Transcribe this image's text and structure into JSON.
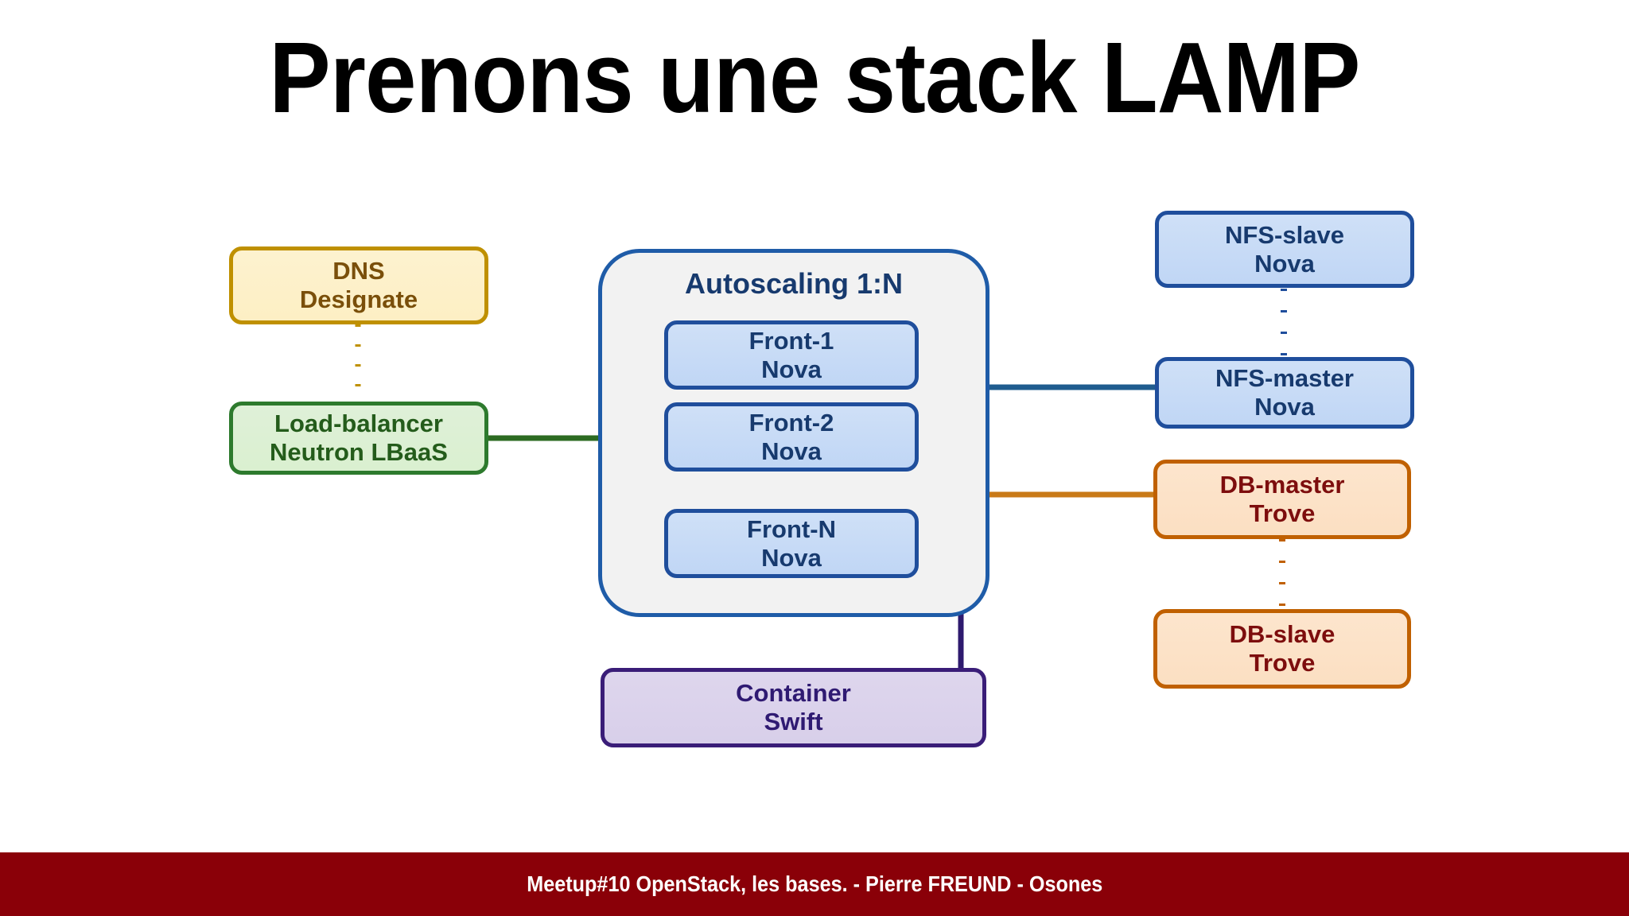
{
  "slide": {
    "title": "Prenons une stack LAMP",
    "background_color": "#ffffff"
  },
  "footer": {
    "text": "Meetup#10 OpenStack, les bases. - Pierre FREUND - Osones",
    "background_color": "#8a0008",
    "text_color": "#ffffff"
  },
  "diagram": {
    "group": {
      "label": "Autoscaling 1:N",
      "border_color": "#1f5ca8",
      "fill_color": "#f2f2f2"
    },
    "nodes": {
      "dns": {
        "line1": "DNS",
        "line2": "Designate",
        "border_color": "#bf9000",
        "fill_color": "#fdf2cf",
        "text_color": "#7a4f0a"
      },
      "load_balancer": {
        "line1": "Load-balancer",
        "line2": "Neutron LBaaS",
        "border_color": "#2d7a2d",
        "fill_color": "#dff0d8",
        "text_color": "#245c1b"
      },
      "front1": {
        "line1": "Front-1",
        "line2": "Nova",
        "border_color": "#1f4e9c",
        "fill_color": "#cfe0f7",
        "text_color": "#173a6e"
      },
      "front2": {
        "line1": "Front-2",
        "line2": "Nova",
        "border_color": "#1f4e9c",
        "fill_color": "#cfe0f7",
        "text_color": "#173a6e"
      },
      "frontn": {
        "line1": "Front-N",
        "line2": "Nova",
        "border_color": "#1f4e9c",
        "fill_color": "#cfe0f7",
        "text_color": "#173a6e"
      },
      "nfs_slave": {
        "line1": "NFS-slave",
        "line2": "Nova",
        "border_color": "#1f4e9c",
        "fill_color": "#cfe0f7",
        "text_color": "#173a6e"
      },
      "nfs_master": {
        "line1": "NFS-master",
        "line2": "Nova",
        "border_color": "#1f4e9c",
        "fill_color": "#cfe0f7",
        "text_color": "#173a6e"
      },
      "db_master": {
        "line1": "DB-master",
        "line2": "Trove",
        "border_color": "#c06000",
        "fill_color": "#fde5cd",
        "text_color": "#7d0d0d"
      },
      "db_slave": {
        "line1": "DB-slave",
        "line2": "Trove",
        "border_color": "#c06000",
        "fill_color": "#fde5cd",
        "text_color": "#7d0d0d"
      },
      "container": {
        "line1": "Container",
        "line2": "Swift",
        "border_color": "#3a1d78",
        "fill_color": "#ded6ed",
        "text_color": "#2f1a72"
      }
    },
    "connectors": {
      "dns_to_lb": {
        "style": "dotted",
        "color": "#bf9000"
      },
      "lb_to_group": {
        "style": "solid",
        "color": "#2d6b22"
      },
      "group_to_nfs_master": {
        "style": "solid",
        "color": "#1f5c8f"
      },
      "nfs_master_to_nfs_slave": {
        "style": "dotted",
        "color": "#1f4e9c"
      },
      "group_to_db_master": {
        "style": "solid",
        "color": "#c97a18"
      },
      "db_master_to_db_slave": {
        "style": "dotted",
        "color": "#c06000"
      },
      "fronts_to_container": {
        "style": "solid",
        "color": "#3a1d78"
      }
    }
  }
}
